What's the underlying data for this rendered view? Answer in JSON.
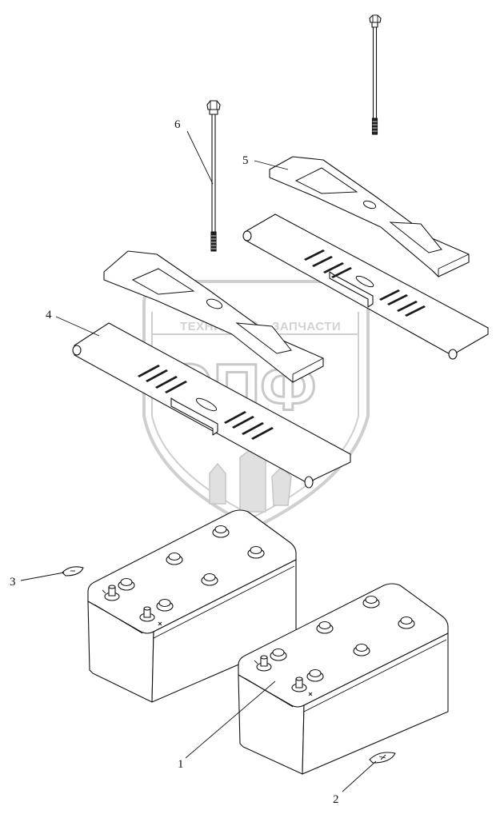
{
  "watermark": {
    "brand_left": "ТЕХНИКА",
    "brand_right": "ЗАПЧАСТИ",
    "logo_letters": "ЭПФ"
  },
  "callouts": [
    {
      "number": "1",
      "part": "battery"
    },
    {
      "number": "2",
      "part": "terminal-cap"
    },
    {
      "number": "3",
      "part": "terminal-cap"
    },
    {
      "number": "4",
      "part": "battery-hold-down-pad"
    },
    {
      "number": "5",
      "part": "battery-hold-down-clamp"
    },
    {
      "number": "6",
      "part": "tie-rod-bolt"
    }
  ]
}
